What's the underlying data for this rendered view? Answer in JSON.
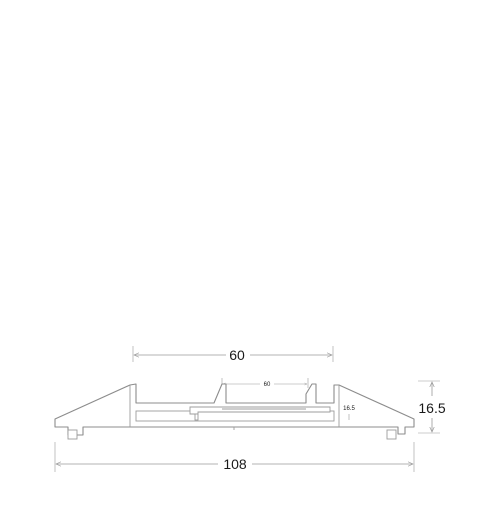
{
  "drawing": {
    "dimensions": {
      "top_width": "60",
      "inner_width": "60",
      "height": "16.5",
      "inner_height": "16.5",
      "bottom_width": "108"
    },
    "colors": {
      "outline": "#8c8c8c",
      "dimension_line": "#9a9a9a",
      "text": "#1a1a1a",
      "background": "#ffffff"
    }
  }
}
